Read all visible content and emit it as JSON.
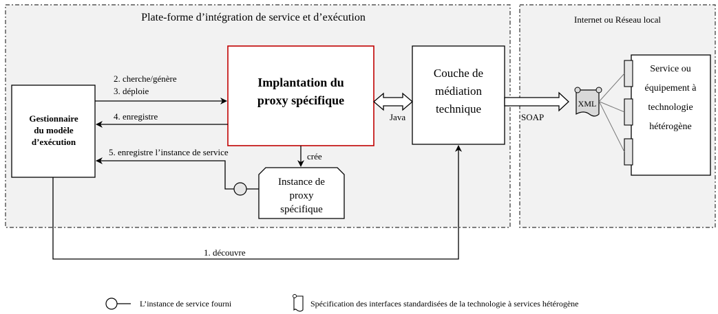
{
  "zones": {
    "platform_title": "Plate-forme  d’intégration de service et d’exécution",
    "network_title": "Internet ou Réseau local"
  },
  "boxes": {
    "manager": [
      "Gestionnaire",
      "du modèle",
      "d’exécution"
    ],
    "proxy_impl": [
      "Implantation du",
      "proxy spécifique"
    ],
    "mediation": [
      "Couche de",
      "médiation",
      "technique"
    ],
    "instance": [
      "Instance de",
      "proxy",
      "spécifique"
    ],
    "service": [
      "Service ou",
      "équipement à",
      "technologie",
      "hétérogène"
    ]
  },
  "arrows": {
    "search": "2. cherche/génère",
    "deploy": "3. déploie",
    "register": "4. enregistre",
    "register_instance": "5. enregistre l’instance de service",
    "discover": "1. découvre",
    "creates": "crée",
    "java": "Java",
    "soap": "SOAP"
  },
  "xml_label": "XML",
  "legend": {
    "service_instance": "L’instance de service fourni",
    "spec": "Spécification des interfaces standardisées de la technologie à services hétérogène"
  },
  "colors": {
    "zone_fill": "#f2f2f2",
    "proxy_border": "#c00000",
    "scroll_fill": "#d9d9d9"
  }
}
